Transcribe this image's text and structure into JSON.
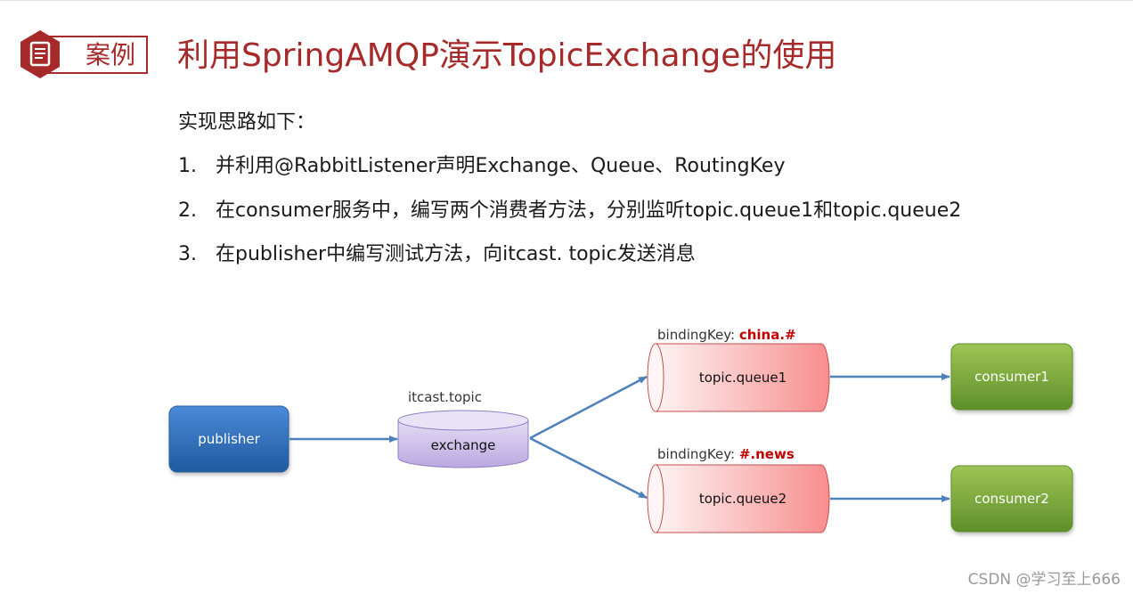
{
  "header": {
    "badge_label": "案例",
    "title": "利用SpringAMQP演示TopicExchange的使用"
  },
  "content": {
    "intro": "实现思路如下：",
    "steps": [
      {
        "num": "1.",
        "text": "并利用@RabbitListener声明Exchange、Queue、RoutingKey"
      },
      {
        "num": "2.",
        "text": "在consumer服务中，编写两个消费者方法，分别监听topic.queue1和topic.queue2"
      },
      {
        "num": "3.",
        "text": "在publisher中编写测试方法，向itcast. topic发送消息"
      }
    ]
  },
  "diagram": {
    "publisher": "publisher",
    "exchange_name": "itcast.topic",
    "exchange": "exchange",
    "queues": [
      {
        "binding_prefix": "bindingKey: ",
        "binding_key": "china.#",
        "name": "topic.queue1"
      },
      {
        "binding_prefix": "bindingKey: ",
        "binding_key": "#.news",
        "name": "topic.queue2"
      }
    ],
    "consumers": [
      "consumer1",
      "consumer2"
    ]
  },
  "colors": {
    "accent": "#a62a2a",
    "publisher": "#2e6db4",
    "exchange": "#cdbfe8",
    "queue": "#fbb7b7",
    "consumer": "#7aa83a",
    "arrow": "#4f81bd",
    "binding_key": "#c00000"
  },
  "footer": {
    "watermark": "CSDN @学习至上666"
  }
}
